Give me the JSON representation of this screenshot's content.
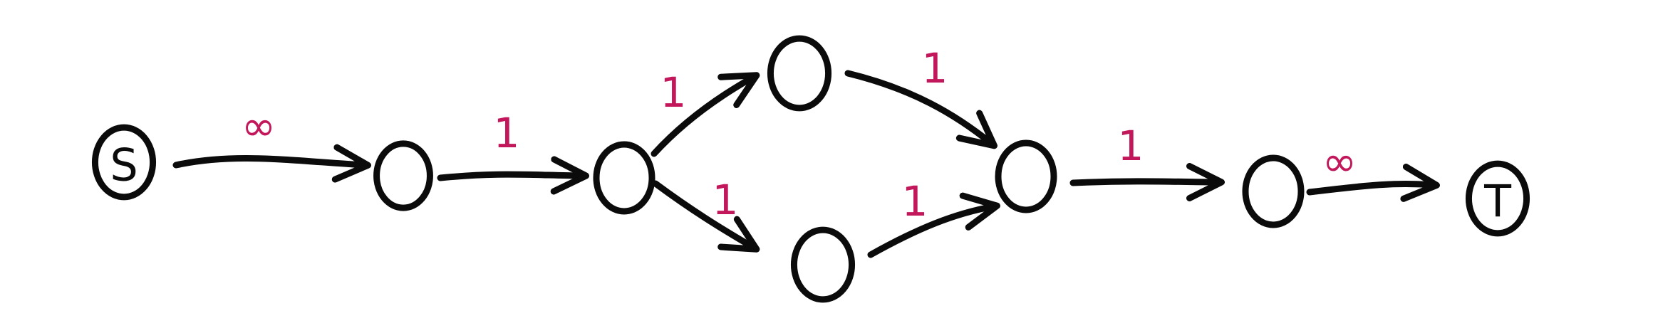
{
  "colors": {
    "ink": "#0b0b0b",
    "capacity": "#c2185b",
    "background": "#ffffff"
  },
  "nodes": [
    {
      "id": "s",
      "label": "S"
    },
    {
      "id": "n1",
      "label": ""
    },
    {
      "id": "n2",
      "label": ""
    },
    {
      "id": "n3",
      "label": ""
    },
    {
      "id": "n4",
      "label": ""
    },
    {
      "id": "n5",
      "label": ""
    },
    {
      "id": "n6",
      "label": ""
    },
    {
      "id": "t",
      "label": "T"
    }
  ],
  "edges": [
    {
      "id": "s-n1",
      "from": "s",
      "to": "n1",
      "capacity": "∞"
    },
    {
      "id": "n1-n2",
      "from": "n1",
      "to": "n2",
      "capacity": "1"
    },
    {
      "id": "n2-n3",
      "from": "n2",
      "to": "n3",
      "capacity": "1"
    },
    {
      "id": "n2-n4",
      "from": "n2",
      "to": "n4",
      "capacity": "1"
    },
    {
      "id": "n3-n5",
      "from": "n3",
      "to": "n5",
      "capacity": "1"
    },
    {
      "id": "n4-n5",
      "from": "n4",
      "to": "n5",
      "capacity": "1"
    },
    {
      "id": "n5-n6",
      "from": "n5",
      "to": "n6",
      "capacity": "1"
    },
    {
      "id": "n6-t",
      "from": "n6",
      "to": "t",
      "capacity": "∞"
    }
  ]
}
